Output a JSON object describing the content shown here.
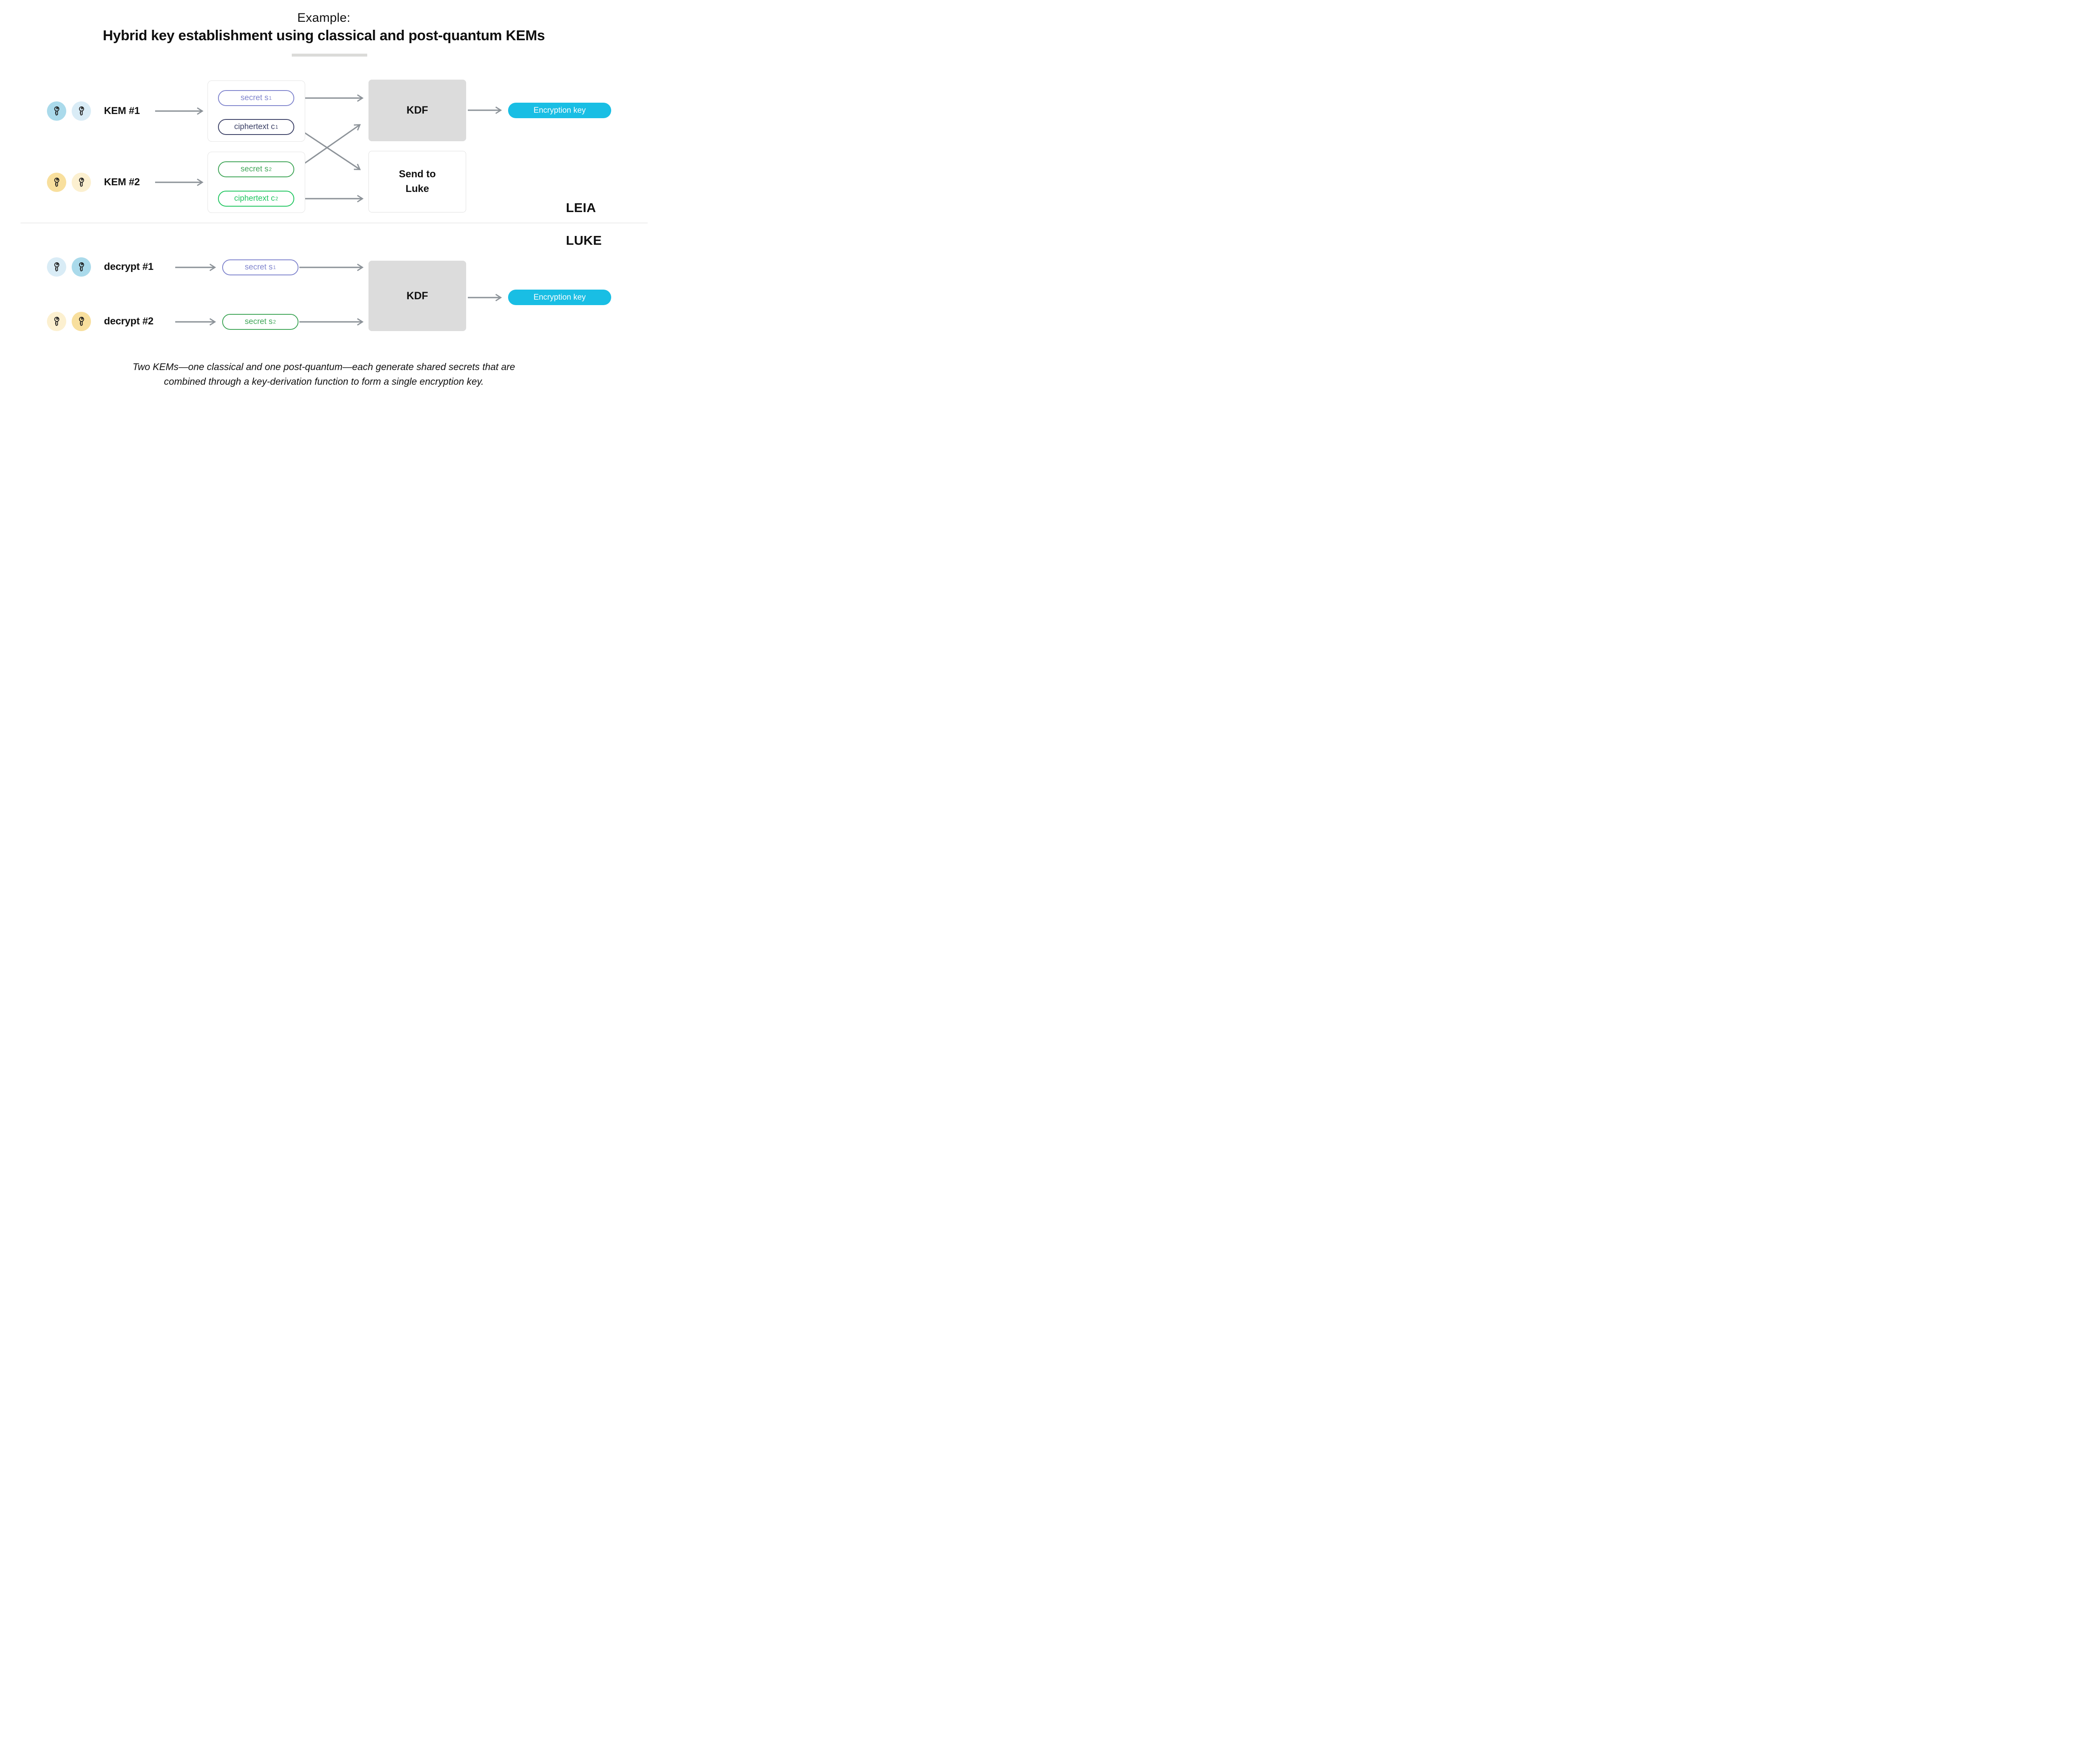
{
  "title": {
    "kicker": "Example:",
    "main": "Hybrid key establishment using classical and post-quantum KEMs"
  },
  "leia": {
    "name": "LEIA",
    "kem1": {
      "label": "KEM #1",
      "secret": {
        "base": "secret s",
        "sub": "1"
      },
      "ciphertext": {
        "base": "ciphertext c",
        "sub": "1"
      }
    },
    "kem2": {
      "label": "KEM #2",
      "secret": {
        "base": "secret s",
        "sub": "2"
      },
      "ciphertext": {
        "base": "ciphertext c",
        "sub": "2"
      }
    },
    "kdf": {
      "label": "KDF"
    },
    "send": {
      "line1": "Send to",
      "line2": "Luke"
    },
    "encryption_key": {
      "label": "Encryption key"
    }
  },
  "luke": {
    "name": "LUKE",
    "decrypt1": {
      "label": "decrypt #1",
      "secret": {
        "base": "secret s",
        "sub": "1"
      }
    },
    "decrypt2": {
      "label": "decrypt #2",
      "secret": {
        "base": "secret s",
        "sub": "2"
      }
    },
    "kdf": {
      "label": "KDF"
    },
    "encryption_key": {
      "label": "Encryption key"
    }
  },
  "caption": {
    "line1": "Two KEMs—one classical and one post-quantum—each generate shared secrets that are",
    "line2": "combined through a key-derivation function to form a single encryption key."
  },
  "icons": {
    "key": "key-icon"
  },
  "colors": {
    "ink": "#101010",
    "arrow": "#8d9399",
    "kdf_bg": "#dcdcdc",
    "card_border": "#e4e4e4",
    "box_border": "#e0e0e0",
    "divider": "#ececec",
    "title_bar": "#dbdbd9",
    "cyan": "#19bee4",
    "purple": "#7f84cd",
    "navy": "#3b4066",
    "green_med": "#3fa557",
    "green_bright": "#1ec55e",
    "blue_dark": "#aadaeb",
    "blue_light": "#d9ecf6",
    "yellow_dark": "#f8df9d",
    "yellow_light": "#fcf0d0",
    "key_stroke": "#1a1a1a"
  }
}
